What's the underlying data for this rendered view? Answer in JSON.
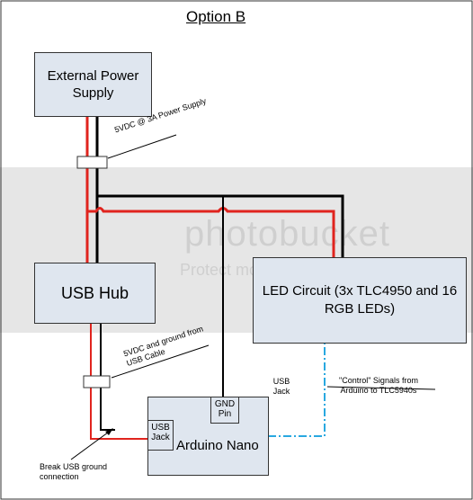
{
  "title": "Option B",
  "boxes": {
    "power_supply": "External Power Supply",
    "usb_hub": "USB Hub",
    "led_circuit": "LED Circuit (3x TLC4950 and 16 RGB LEDs)",
    "arduino": "Arduino Nano",
    "gnd_pin": "GND Pin",
    "usb_jack_inner": "USB Jack"
  },
  "labels": {
    "power_note": "5VDC @ 3A Power Supply",
    "usb_cable_note": "5VDC and ground from USB Cable",
    "usb_jack": "USB Jack",
    "control_note": "\"Control\" Signals from Arduino to TLC5940s",
    "break_note": "Break USB ground connection"
  },
  "watermark": {
    "main": "photobucket",
    "sub": "Protect more of your memories for less!"
  },
  "colors": {
    "power_line": "#e0241e",
    "ground_line": "#000000",
    "control_line": "#29a8e0",
    "box_fill": "#dfe6ef"
  }
}
